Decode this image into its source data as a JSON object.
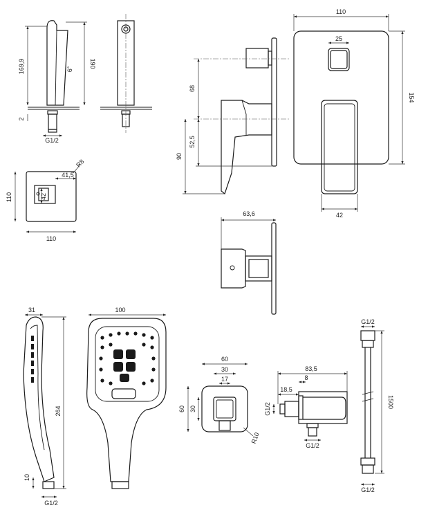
{
  "spout_front": {
    "height": "169,9",
    "total": "190",
    "angle": "6°",
    "gap": "2",
    "thread": "G1/2"
  },
  "spout_plate": {
    "width": "110",
    "height": "110",
    "offset": "41,5",
    "inner": "42",
    "radius": "R8"
  },
  "mixer_side": {
    "d68": "68",
    "d52": "52,5",
    "d90": "90"
  },
  "mixer_front": {
    "width": "110",
    "square": "25",
    "height": "154",
    "handle": "42"
  },
  "mixer_top": {
    "depth": "63,6"
  },
  "hand_shower": {
    "thickness": "31",
    "length": "264",
    "neck": "10",
    "thread": "G1/2",
    "head_width": "100"
  },
  "outlet_front": {
    "width": "60",
    "inner": "30",
    "hole": "17",
    "height": "60",
    "inner_h": "30",
    "radius": "R10"
  },
  "outlet_side": {
    "depth": "83,5",
    "d8": "8",
    "d18": "18,5",
    "thread_side": "G1/2",
    "thread_bottom": "G1/2"
  },
  "hose": {
    "thread_top": "G1/2",
    "length": "1500",
    "thread_bottom": "G1/2"
  }
}
